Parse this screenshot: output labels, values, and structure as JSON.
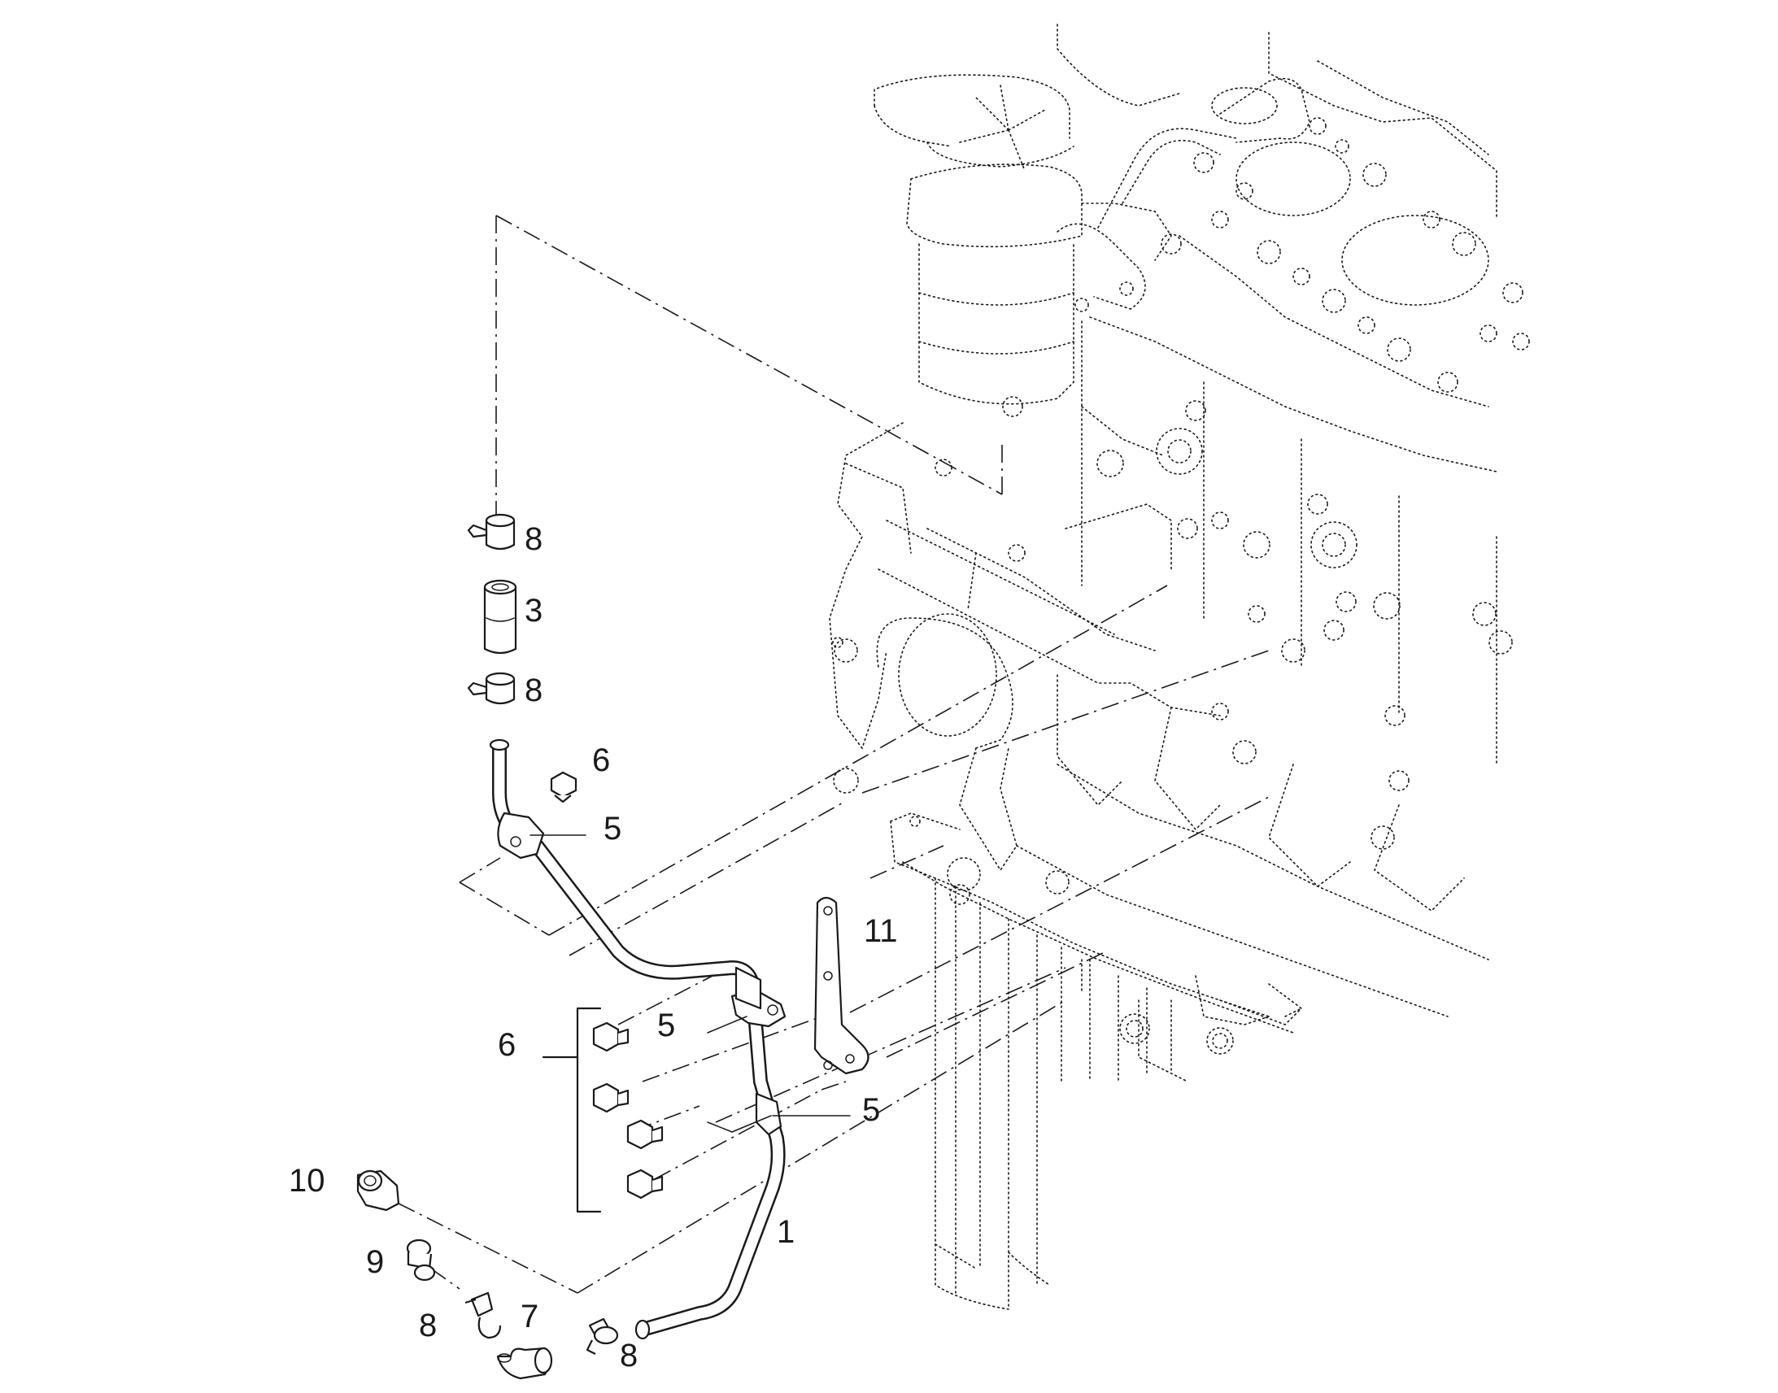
{
  "diagram": {
    "callouts": {
      "c1": "1",
      "c3": "3",
      "c5a": "5",
      "c5b": "5",
      "c5c": "5",
      "c6a": "6",
      "c6b": "6",
      "c7": "7",
      "c8a": "8",
      "c8b": "8",
      "c8c": "8",
      "c8d": "8",
      "c9": "9",
      "c10": "10",
      "c11": "11"
    }
  }
}
